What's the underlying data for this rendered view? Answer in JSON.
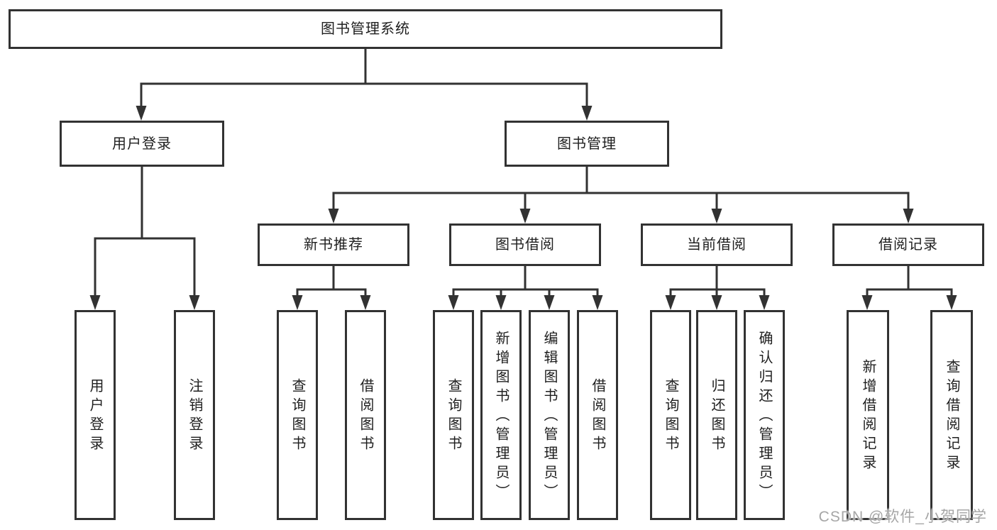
{
  "tree": {
    "label": "图书管理系统",
    "children": [
      {
        "label": "用户登录",
        "children": [
          {
            "label": "用户登录"
          },
          {
            "label": "注销登录"
          }
        ]
      },
      {
        "label": "图书管理",
        "children": [
          {
            "label": "新书推荐",
            "children": [
              {
                "label": "查询图书"
              },
              {
                "label": "借阅图书"
              }
            ]
          },
          {
            "label": "图书借阅",
            "children": [
              {
                "label": "查询图书"
              },
              {
                "label": "新增图书（管理员）"
              },
              {
                "label": "编辑图书（管理员）"
              },
              {
                "label": "借阅图书"
              }
            ]
          },
          {
            "label": "当前借阅",
            "children": [
              {
                "label": "查询图书"
              },
              {
                "label": "归还图书"
              },
              {
                "label": "确认归还（管理员）"
              }
            ]
          },
          {
            "label": "借阅记录",
            "children": [
              {
                "label": "新增借阅记录"
              },
              {
                "label": "查询借阅记录"
              }
            ]
          }
        ]
      }
    ]
  },
  "watermark": "CSDN @软件_小贺同学",
  "colors": {
    "line": "#323232",
    "box_border": "#323232",
    "background": "#ffffff",
    "watermark": "#a6a6a6"
  }
}
